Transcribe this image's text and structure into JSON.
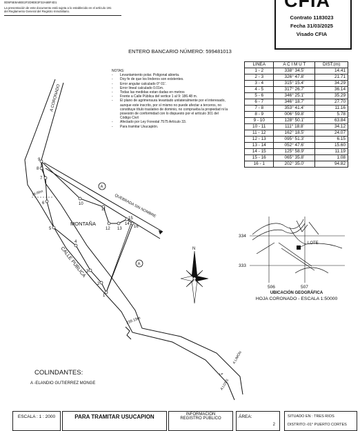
{
  "stamp": {
    "line1": "0D5F5E8A8EE2F2D9DE3F32A6BF4D1",
    "line2": "La presentación de este documento está sujeta a lo establecido en el artículo 191",
    "line3": "del Reglamento General del Registro Inmobiliario."
  },
  "header": {
    "logo": "CFIA",
    "contrato": "Contrato 1183023",
    "fecha": "Fecha 31/03/2025",
    "visado": "Visado CFIA"
  },
  "bank": "ENTERO BANCARIO NÚMERO: 599481013",
  "notes": {
    "title": "NOTAS:",
    "items": [
      "Levantamiento polar. Poligonal abierta.",
      "Doy fe de que los linderos son existentes.",
      "Error angular calculado 0° 01'.",
      "Error lineal calculado 0.01m.",
      "Todas las medidas estan dadas en metros",
      "Frente a Calle Pública del vertice 1 al 9: 186.48 m.",
      "El plano de agrimensura levantado unilateralmente por el interesado, aunque este inscrito, por sí mismo no puede afectar a terceros, no constituye título traslativo de dominio, no comprueba la propiedad ni la posesión de conformidad con lo dispuesto por el artículo 301 del Código Civil",
      "Afectado por Ley Forestal 7575 Artículo 33.",
      "Para tramitar Usucapión."
    ]
  },
  "table": {
    "headers": [
      "LINEA",
      "A C I M U T",
      "DIST.(m)"
    ],
    "rows": [
      [
        "1 - 2",
        "338° 34.5'",
        "14.41"
      ],
      [
        "2 - 3",
        "326° 47.8'",
        "21.71"
      ],
      [
        "3 - 4",
        "315° 15.4'",
        "34.29"
      ],
      [
        "4 - 5",
        "317° 26.7'",
        "36.14"
      ],
      [
        "5 - 6",
        "346° 25.1'",
        "35.29"
      ],
      [
        "6 - 7",
        "346° 18.7'",
        "27.70"
      ],
      [
        "7 - 8",
        "353° 41.4'",
        "11.16"
      ],
      [
        "8 - 9",
        "006° 59.8'",
        "5.78"
      ],
      [
        "9 - 10",
        "128° 50.1'",
        "63.84"
      ],
      [
        "10 - 11",
        "111° 18.8'",
        "34.12"
      ],
      [
        "11 - 12",
        "162° 18.5'",
        "24.07"
      ],
      [
        "12 - 13",
        "095° 51.3'",
        "6.15"
      ],
      [
        "13 - 14",
        "052° 47.6'",
        "15.60"
      ],
      [
        "14 - 15",
        "125° 58.9'",
        "11.19"
      ],
      [
        "15 - 16",
        "065° 35.8'",
        "1.08"
      ],
      [
        "16 - 1",
        "202° 35.0'",
        "94.82"
      ]
    ]
  },
  "plan": {
    "road_a_coronado": "A CORONADO",
    "quebrada": "QUEBRADA SIN NOMBRE",
    "montana": "MONTAÑA",
    "calle_publica": "CALLE PÚBLICA",
    "width_label": "14.00m",
    "dist_label": "239.19m",
    "a_limon": "A LIMÓN",
    "a_loss": "A LOSS",
    "lp_label": "LP",
    "marker": "A",
    "vertices": [
      "1",
      "2",
      "3",
      "4",
      "5",
      "6",
      "7",
      "8",
      "9",
      "10",
      "11",
      "12",
      "13",
      "14",
      "15",
      "16"
    ]
  },
  "ubicacion": {
    "title": "UBICACIÓN GEOGRÁFICA",
    "subtitle": "HOJA CORONADO - ESCALA 1:50000",
    "y_top": "334",
    "y_bottom": "333",
    "x_left": "506",
    "x_right": "507",
    "lote": "LOTE"
  },
  "colindantes": {
    "title": "COLINDANTES:",
    "a": "A  -ELANDIO GUTIERREZ MONGE"
  },
  "footer": {
    "escala": "ESCALA : 1 : 2000",
    "tramitar": "PARA TRAMITAR USUCAPION",
    "info1": "INFORMACION",
    "info2": "REGISTRO PUBLICO",
    "area": "ÁREA:",
    "area_val": "2",
    "situado": "SITUADO EN : TRES RIOS",
    "distrito": "DISTRITO:-01° PUERTO CORTES"
  }
}
